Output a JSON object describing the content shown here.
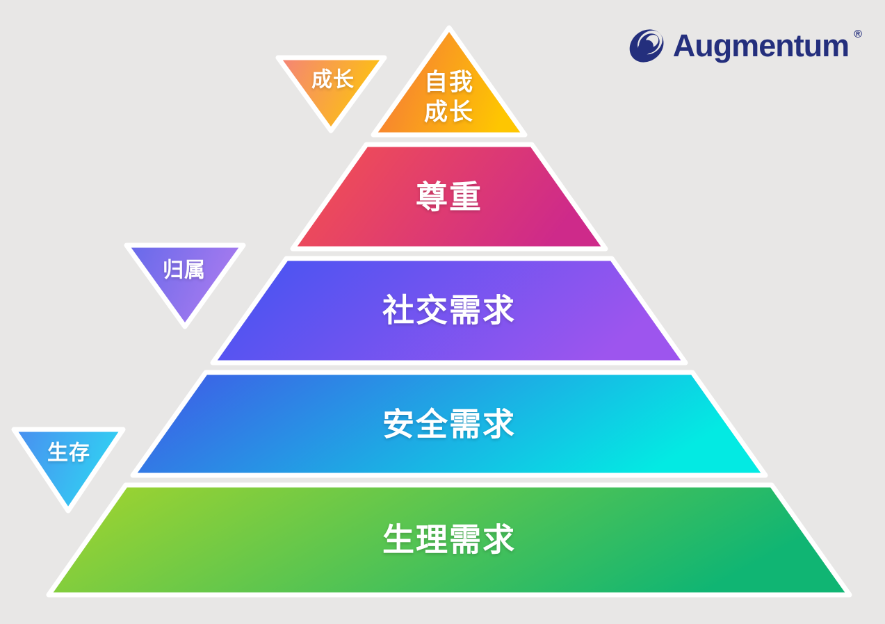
{
  "canvas": {
    "background": "#E8E7E6"
  },
  "logo": {
    "brand": "Augmentum",
    "registered": "®",
    "color": "#242F7D",
    "icon": "swirl-icon"
  },
  "pyramid": {
    "type": "hierarchy-pyramid",
    "levels": [
      {
        "id": "self-growth",
        "label": "自我\n成长",
        "color_start": "#F5713E",
        "color_end": "#FEC601"
      },
      {
        "id": "esteem",
        "label": "尊重",
        "color_start": "#F5534E",
        "color_end": "#CE2A8A"
      },
      {
        "id": "social",
        "label": "社交需求",
        "color_start": "#4154F2",
        "color_end": "#9D55EE"
      },
      {
        "id": "safety",
        "label": "安全需求",
        "color_start": "#4156E6",
        "color_end": "#03EAE3"
      },
      {
        "id": "physiological",
        "label": "生理需求",
        "color_start": "#A6D52C",
        "color_end": "#10B573"
      }
    ]
  },
  "stage_markers": [
    {
      "id": "growth",
      "label": "成长",
      "color_start": "#F4827A",
      "color_end": "#FDC30E"
    },
    {
      "id": "belonging",
      "label": "归属",
      "color_start": "#6569EA",
      "color_end": "#A97BEF"
    },
    {
      "id": "survival",
      "label": "生存",
      "color_start": "#4A8DF0",
      "color_end": "#30D3F3"
    }
  ]
}
